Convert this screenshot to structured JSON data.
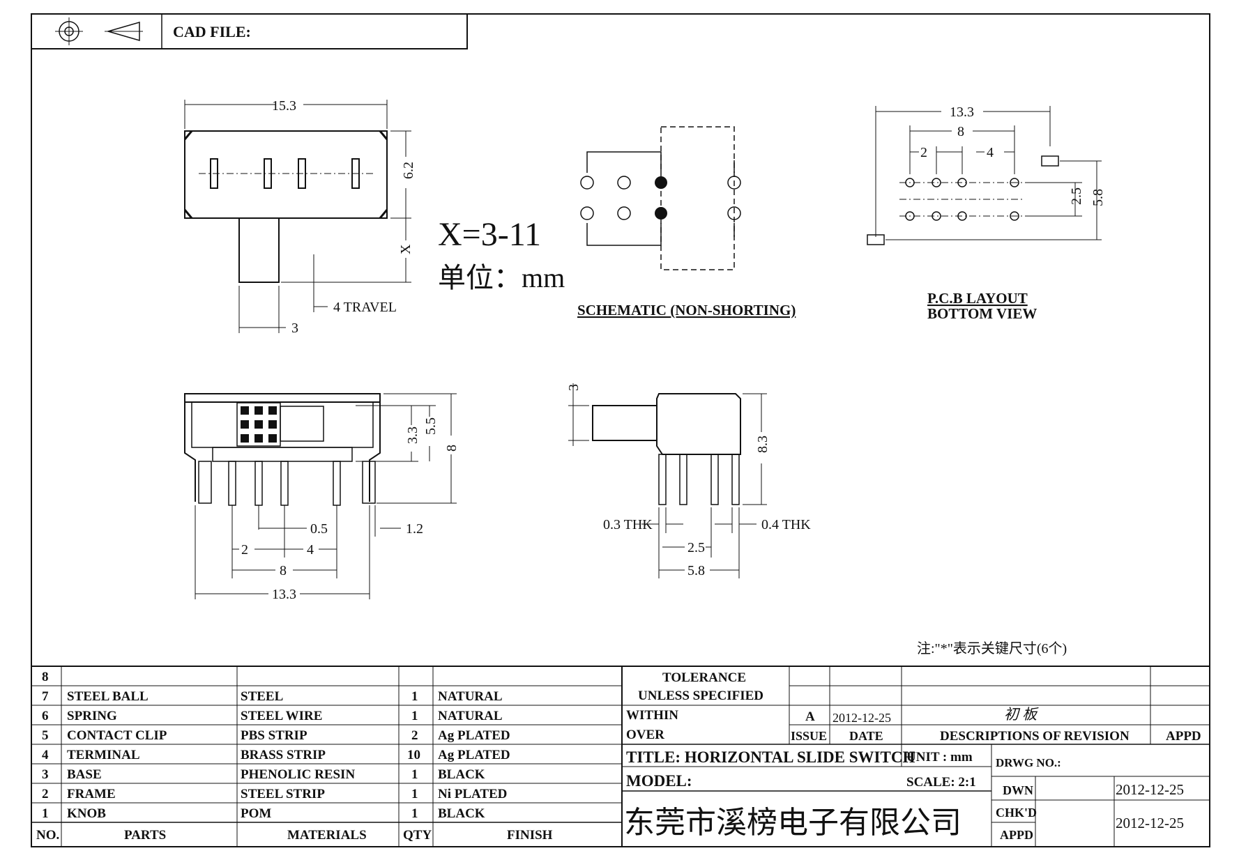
{
  "header": {
    "cad_file_label": "CAD FILE:"
  },
  "top_view": {
    "width": "15.3",
    "height": "6.2",
    "x_label": "X",
    "travel": "4 TRAVEL",
    "knob_width": "3"
  },
  "x_range": "X=3-11",
  "unit_note": "单位：mm",
  "schematic": {
    "caption": "SCHEMATIC (NON-SHORTING)"
  },
  "pcb": {
    "caption_line1": "P.C.B LAYOUT",
    "caption_line2": "BOTTOM VIEW",
    "dim_total": "13.3",
    "dim_inner": "8",
    "dim_left": "2",
    "dim_right": "4",
    "dim_rows": "2.5",
    "dim_outer": "5.8"
  },
  "front_view": {
    "h_inner": "3.3",
    "h_mid": "5.5",
    "h_total": "8",
    "d_pin": "0.5",
    "d_edge": "1.2",
    "d_left": "2",
    "d_right": "4",
    "d_inner": "8",
    "d_total": "13.3"
  },
  "side_view": {
    "knob": "3",
    "height": "8.3",
    "thk_left": "0.3 THK",
    "thk_right": "0.4 THK",
    "pitch": "2.5",
    "width": "5.8"
  },
  "note": "注:\"*\"表示关键尺寸(6个)",
  "bom": {
    "rows": [
      {
        "no": "8",
        "part": "",
        "material": "",
        "qty": "",
        "finish": ""
      },
      {
        "no": "7",
        "part": "STEEL BALL",
        "material": "STEEL",
        "qty": "1",
        "finish": "NATURAL"
      },
      {
        "no": "6",
        "part": "SPRING",
        "material": "STEEL WIRE",
        "qty": "1",
        "finish": "NATURAL"
      },
      {
        "no": "5",
        "part": "CONTACT CLIP",
        "material": "PBS STRIP",
        "qty": "2",
        "finish": "Ag PLATED"
      },
      {
        "no": "4",
        "part": "TERMINAL",
        "material": "BRASS STRIP",
        "qty": "10",
        "finish": "Ag PLATED"
      },
      {
        "no": "3",
        "part": "BASE",
        "material": "PHENOLIC RESIN",
        "qty": "1",
        "finish": "BLACK"
      },
      {
        "no": "2",
        "part": "FRAME",
        "material": "STEEL STRIP",
        "qty": "1",
        "finish": "Ni PLATED"
      },
      {
        "no": "1",
        "part": "KNOB",
        "material": "POM",
        "qty": "1",
        "finish": "BLACK"
      }
    ],
    "headers": {
      "no": "NO.",
      "part": "PARTS",
      "material": "MATERIALS",
      "qty": "QTY",
      "finish": "FINISH"
    }
  },
  "title_block": {
    "tolerance_1": "TOLERANCE",
    "tolerance_2": "UNLESS SPECIFIED",
    "within": "WITHIN",
    "over": "OVER",
    "issue_value": "A",
    "issue_date": "2012-12-25",
    "revision_desc": "初 板",
    "issue_label": "ISSUE",
    "date_label": "DATE",
    "desc_label": "DESCRIPTIONS OF REVISION",
    "appd_label": "APPD",
    "title": "TITLE: HORIZONTAL SLIDE SWITCH",
    "unit": "UNIT : mm",
    "drwg_no": "DRWG NO.:",
    "model": "MODEL:",
    "scale": "SCALE: 2:1",
    "dwn_label": "DWN",
    "dwn_date": "2012-12-25",
    "company": "东莞市溪榜电子有限公司",
    "chkd_label": "CHK'D",
    "appd2_label": "APPD",
    "chk_date": "2012-12-25"
  }
}
